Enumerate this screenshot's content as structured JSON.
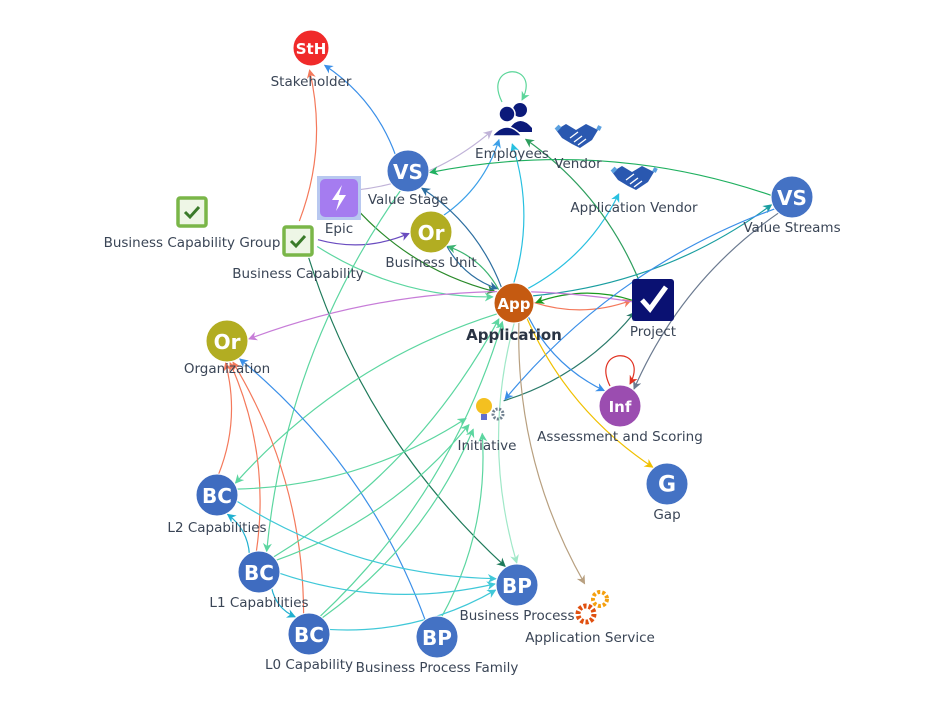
{
  "nodes": [
    {
      "id": "stakeholder",
      "label": "Stakeholder",
      "icon": "badge",
      "badge": "StH",
      "color": "#f02a2a"
    },
    {
      "id": "employees",
      "label": "Employees",
      "icon": "employees-icon",
      "color": "#0b1a7a"
    },
    {
      "id": "vendor",
      "label": "Vendor",
      "icon": "handshake-icon",
      "color": "#2a58b0"
    },
    {
      "id": "app_vendor",
      "label": "Application Vendor",
      "icon": "handshake-icon",
      "color": "#2a58b0"
    },
    {
      "id": "value_stage",
      "label": "Value Stage",
      "icon": "badge",
      "badge": "VS",
      "color": "#4472c4"
    },
    {
      "id": "epic",
      "label": "Epic",
      "icon": "epic-icon",
      "color": "#a57cf0"
    },
    {
      "id": "bcg",
      "label": "Business Capability Group",
      "icon": "check-icon",
      "color": "#7ab648"
    },
    {
      "id": "bc",
      "label": "Business Capability",
      "icon": "check-icon",
      "color": "#7ab648"
    },
    {
      "id": "business_unit",
      "label": "Business Unit",
      "icon": "badge",
      "badge": "Or",
      "color": "#b2ad22"
    },
    {
      "id": "value_streams",
      "label": "Value Streams",
      "icon": "badge",
      "badge": "VS",
      "color": "#4472c4"
    },
    {
      "id": "application",
      "label": "Application",
      "icon": "badge",
      "badge": "App",
      "color": "#c55a11",
      "bold": true
    },
    {
      "id": "project",
      "label": "Project",
      "icon": "project-icon",
      "color": "#0a1172"
    },
    {
      "id": "organization",
      "label": "Organization",
      "icon": "badge",
      "badge": "Or",
      "color": "#b2ad22"
    },
    {
      "id": "initiative",
      "label": "Initiative",
      "icon": "bulb-icon",
      "color": "#f4c020"
    },
    {
      "id": "assessment",
      "label": "Assessment and Scoring",
      "icon": "badge",
      "badge": "Inf",
      "color": "#9b4db0"
    },
    {
      "id": "gap",
      "label": "Gap",
      "icon": "badge",
      "badge": "G",
      "color": "#4472c4"
    },
    {
      "id": "l2",
      "label": "L2 Capabilities",
      "icon": "badge",
      "badge": "BC",
      "color": "#3f6cc0"
    },
    {
      "id": "l1",
      "label": "L1 Capabilities",
      "icon": "badge",
      "badge": "BC",
      "color": "#3f6cc0"
    },
    {
      "id": "l0",
      "label": "L0 Capability",
      "icon": "badge",
      "badge": "BC",
      "color": "#3f6cc0"
    },
    {
      "id": "bpf",
      "label": "Business Process Family",
      "icon": "badge",
      "badge": "BP",
      "color": "#4472c4"
    },
    {
      "id": "bp",
      "label": "Business Process",
      "icon": "badge",
      "badge": "BP",
      "color": "#4472c4"
    },
    {
      "id": "app_service",
      "label": "Application Service",
      "icon": "gears-icon",
      "color": "#f07010"
    }
  ],
  "edges": [
    {
      "from": "bc",
      "to": "stakeholder",
      "color": "#f4795b"
    },
    {
      "from": "value_stage",
      "to": "stakeholder",
      "color": "#3b8fe8"
    },
    {
      "from": "epic",
      "to": "employees",
      "color": "#c0b3d8"
    },
    {
      "from": "application",
      "to": "employees",
      "color": "#28c0e0"
    },
    {
      "from": "business_unit",
      "to": "employees",
      "color": "#3b9fe8"
    },
    {
      "from": "application",
      "to": "app_vendor",
      "color": "#28c0e0"
    },
    {
      "from": "project",
      "to": "employees",
      "color": "#2e9e5e"
    },
    {
      "from": "employees",
      "to": "employees",
      "color": "#5cd69a"
    },
    {
      "from": "value_streams",
      "to": "value_stage",
      "color": "#20b060"
    },
    {
      "from": "application",
      "to": "value_streams",
      "color": "#1a9ea0"
    },
    {
      "from": "bc",
      "to": "business_unit",
      "color": "#6a4cc0"
    },
    {
      "from": "epic",
      "to": "application",
      "color": "#2a8a2a"
    },
    {
      "from": "business_unit",
      "to": "application",
      "color": "#2c6ea0"
    },
    {
      "from": "application",
      "to": "business_unit",
      "color": "#3cb371"
    },
    {
      "from": "application",
      "to": "value_stage",
      "color": "#2c6ea0"
    },
    {
      "from": "bc",
      "to": "application",
      "color": "#5cd6a0"
    },
    {
      "from": "bc",
      "to": "bp",
      "color": "#1e7a5a"
    },
    {
      "from": "application",
      "to": "project",
      "color": "#f4795b"
    },
    {
      "from": "project",
      "to": "application",
      "color": "#1a9a20"
    },
    {
      "from": "project",
      "to": "organization",
      "color": "#c77dd8"
    },
    {
      "from": "initiative",
      "to": "project",
      "color": "#2a7a6a"
    },
    {
      "from": "application",
      "to": "assessment",
      "color": "#3b8fe8"
    },
    {
      "from": "value_streams",
      "to": "initiative",
      "color": "#3b8fe8"
    },
    {
      "from": "value_streams",
      "to": "assessment",
      "color": "#6b7a90"
    },
    {
      "from": "application",
      "to": "gap",
      "color": "#f0c000"
    },
    {
      "from": "assessment",
      "to": "assessment",
      "color": "#e03020"
    },
    {
      "from": "application",
      "to": "bp",
      "color": "#a0e8c8"
    },
    {
      "from": "application",
      "to": "app_service",
      "color": "#b8a080"
    },
    {
      "from": "application",
      "to": "l2",
      "color": "#5cd6a0"
    },
    {
      "from": "value_stage",
      "to": "l1",
      "color": "#5cd6a0"
    },
    {
      "from": "l2",
      "to": "organization",
      "color": "#f4795b"
    },
    {
      "from": "l1",
      "to": "organization",
      "color": "#f4795b"
    },
    {
      "from": "l0",
      "to": "organization",
      "color": "#f4795b"
    },
    {
      "from": "bpf",
      "to": "organization",
      "color": "#3b8fe8"
    },
    {
      "from": "l2",
      "to": "initiative",
      "color": "#5cd6a0"
    },
    {
      "from": "l1",
      "to": "initiative",
      "color": "#5cd6a0"
    },
    {
      "from": "l0",
      "to": "initiative",
      "color": "#5cd6a0"
    },
    {
      "from": "bpf",
      "to": "initiative",
      "color": "#5cd6a0"
    },
    {
      "from": "l1",
      "to": "application",
      "color": "#5cd6a0"
    },
    {
      "from": "l0",
      "to": "application",
      "color": "#5cd6a0"
    },
    {
      "from": "l2",
      "to": "bp",
      "color": "#40c8d8"
    },
    {
      "from": "l1",
      "to": "bp",
      "color": "#40c8d8"
    },
    {
      "from": "l0",
      "to": "bp",
      "color": "#40c8d8"
    },
    {
      "from": "l1",
      "to": "l2",
      "color": "#20b0d0"
    },
    {
      "from": "l1",
      "to": "l0",
      "color": "#20b0d0"
    }
  ]
}
